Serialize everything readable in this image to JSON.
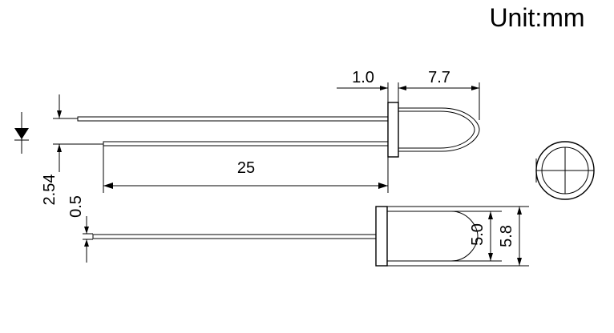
{
  "unit_label": "Unit:mm",
  "dimensions": {
    "flange_thickness": "1.0",
    "lens_length": "7.7",
    "lead_length": "25",
    "lead_spacing": "2.54",
    "lead_width": "0.5",
    "lens_diameter": "5.0",
    "flange_diameter": "5.8"
  },
  "colors": {
    "line": "#000000",
    "background": "#ffffff"
  },
  "icons": {
    "polarity": "diode-symbol-icon"
  }
}
